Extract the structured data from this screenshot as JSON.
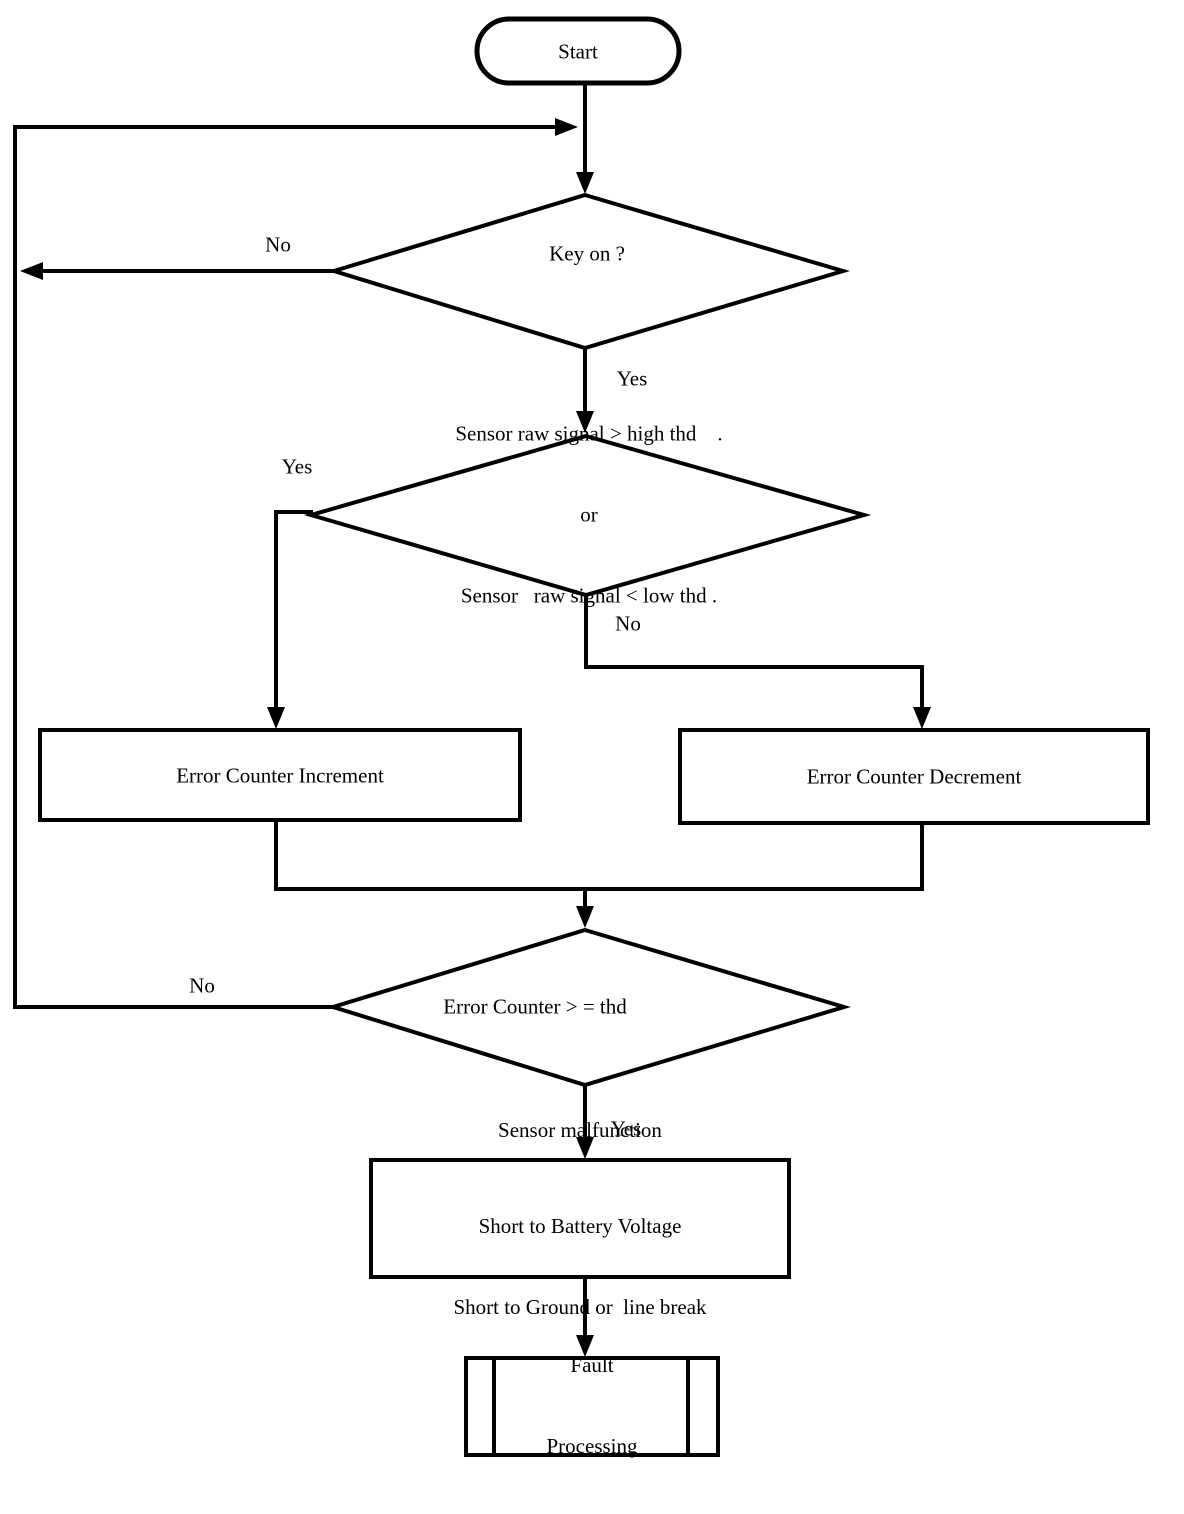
{
  "colors": {
    "ink": "#000000",
    "background": "#ffffff"
  },
  "nodes": {
    "start": {
      "type": "terminator",
      "label": "Start"
    },
    "key_on": {
      "type": "decision",
      "label": "Key on ?"
    },
    "signal_check": {
      "type": "decision",
      "lines": [
        "Sensor raw signal > high thd    .",
        "or",
        "Sensor   raw signal < low thd ."
      ]
    },
    "increment": {
      "type": "process",
      "label": "Error Counter Increment"
    },
    "decrement": {
      "type": "process",
      "label": "Error Counter Decrement"
    },
    "counter_check": {
      "type": "decision",
      "label": "Error Counter > = thd"
    },
    "malfunction": {
      "type": "process",
      "lines": [
        "Sensor malfunction",
        "Short to Battery Voltage",
        "Short to Ground or  line break"
      ]
    },
    "fault": {
      "type": "predefined_process",
      "lines": [
        "Fault",
        "Processing"
      ]
    }
  },
  "edge_labels": {
    "key_on_no": "No",
    "key_on_yes": "Yes",
    "signal_yes": "Yes",
    "signal_no": "No",
    "counter_no": "No",
    "counter_yes": "Yes"
  }
}
